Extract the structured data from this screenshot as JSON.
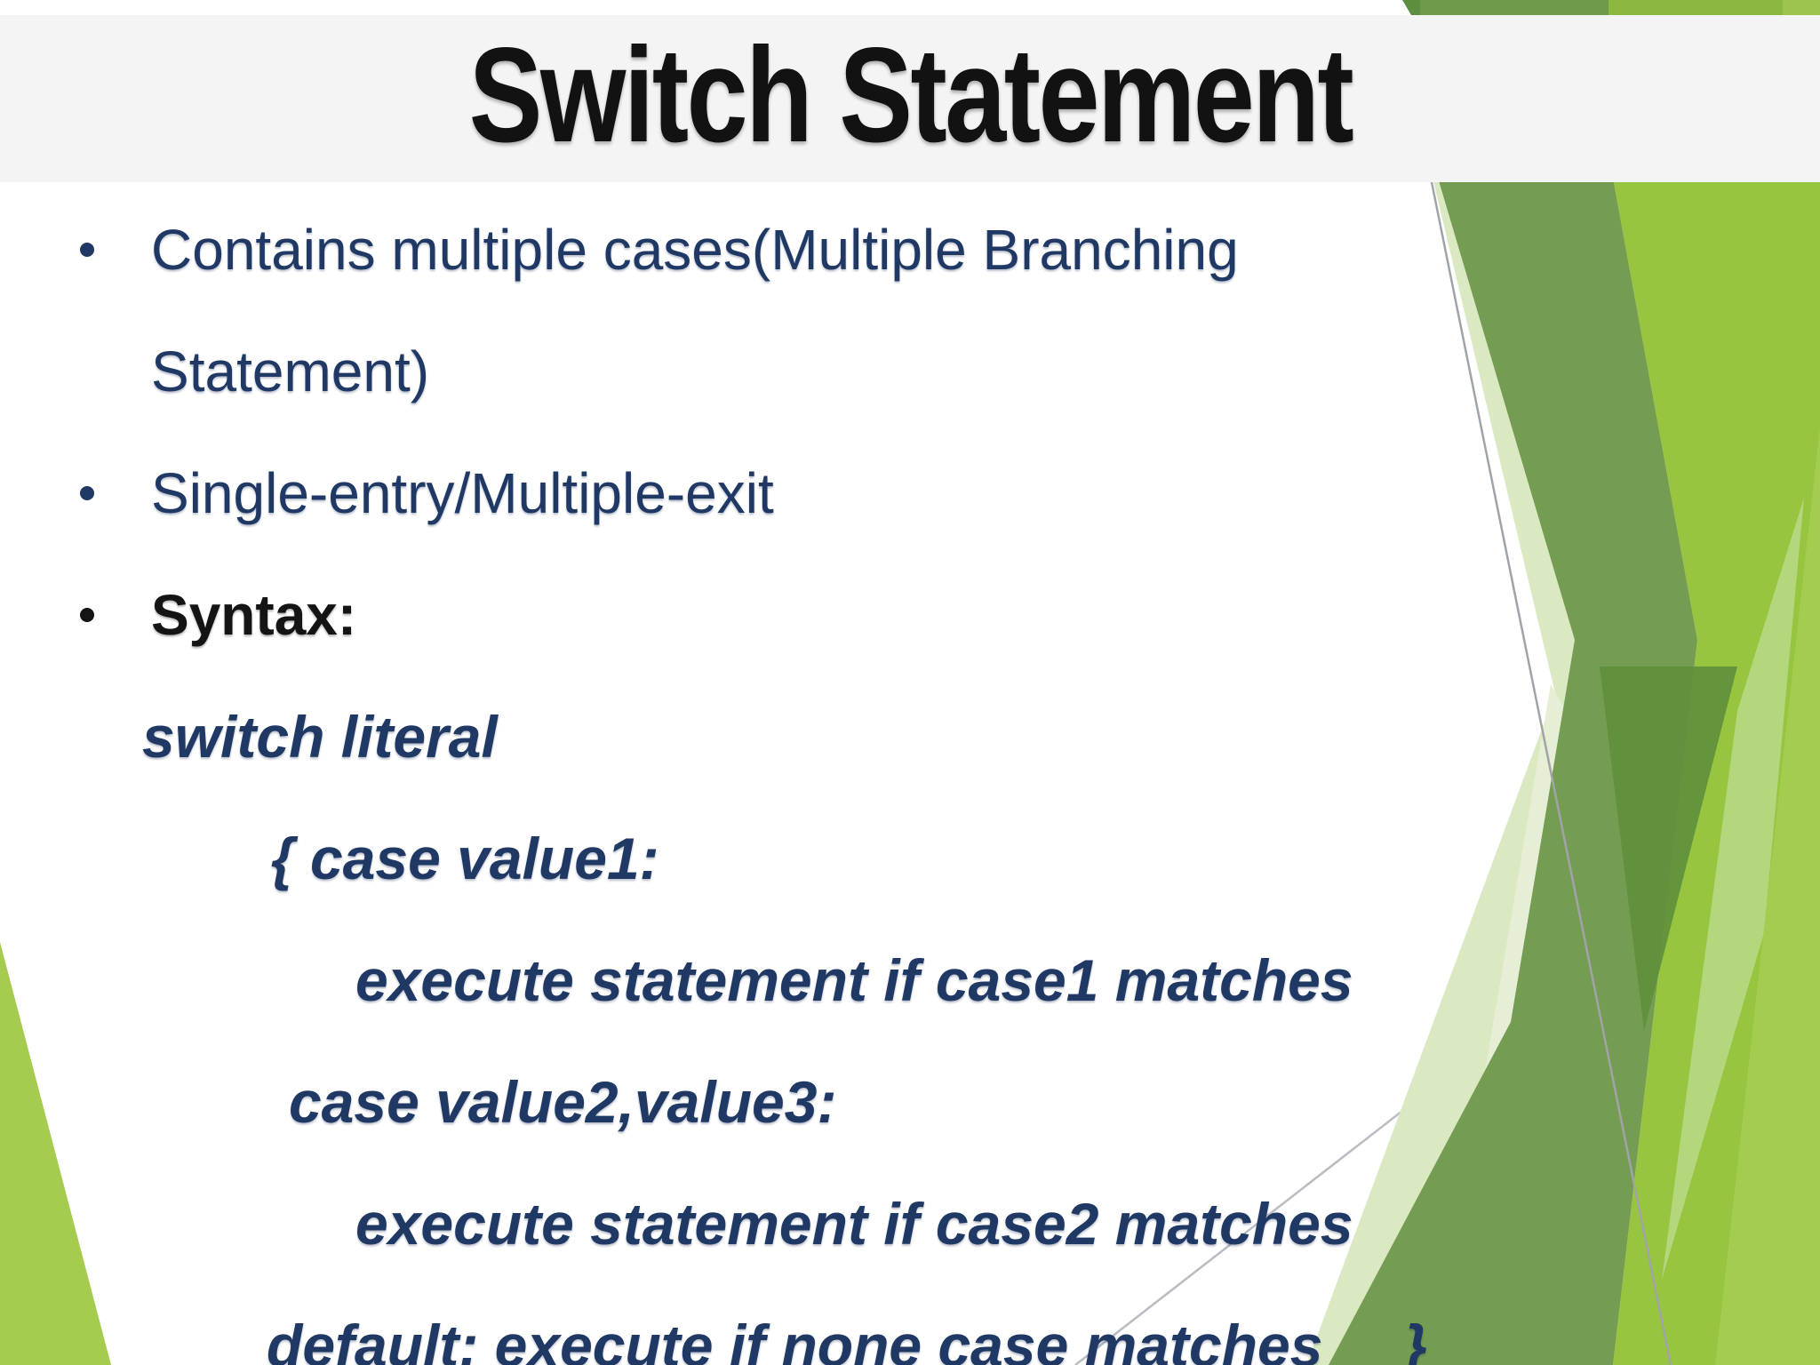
{
  "slide": {
    "title": "Switch Statement",
    "lines": [
      {
        "text": "Contains multiple cases(Multiple Branching",
        "style": "bullet-navy",
        "indent": 170
      },
      {
        "text": "Statement)",
        "style": "plain-navy",
        "indent": 170
      },
      {
        "text": "Single-entry/Multiple-exit",
        "style": "bullet-navy",
        "indent": 170
      },
      {
        "text": "Syntax:",
        "style": "bullet-black",
        "indent": 170
      },
      {
        "text": "switch literal",
        "style": "code",
        "indent": 160
      },
      {
        "text": "{ case value1:",
        "style": "code",
        "indent": 305
      },
      {
        "text": "execute statement if case1 matches",
        "style": "code",
        "indent": 400
      },
      {
        "text": "case value2,value3:",
        "style": "code",
        "indent": 325
      },
      {
        "text": "execute statement if case2 matches",
        "style": "code",
        "indent": 400
      },
      {
        "text": "default: execute if none case matches     }",
        "style": "code",
        "indent": 300
      }
    ]
  },
  "colors": {
    "text_navy": "#1f3864",
    "title_black": "#121212",
    "title_bar_gray": "#f4f4f5",
    "accent_olive_green": "#759c53",
    "accent_bright_green": "#97c53f",
    "accent_pale_green": "#dbe9c3",
    "accent_cream_green": "#e6efd5",
    "accent_dark_green": "#60903c",
    "bottom_left_green": "#a5cb4f",
    "divider_line_gray": "#a0a4a9"
  }
}
